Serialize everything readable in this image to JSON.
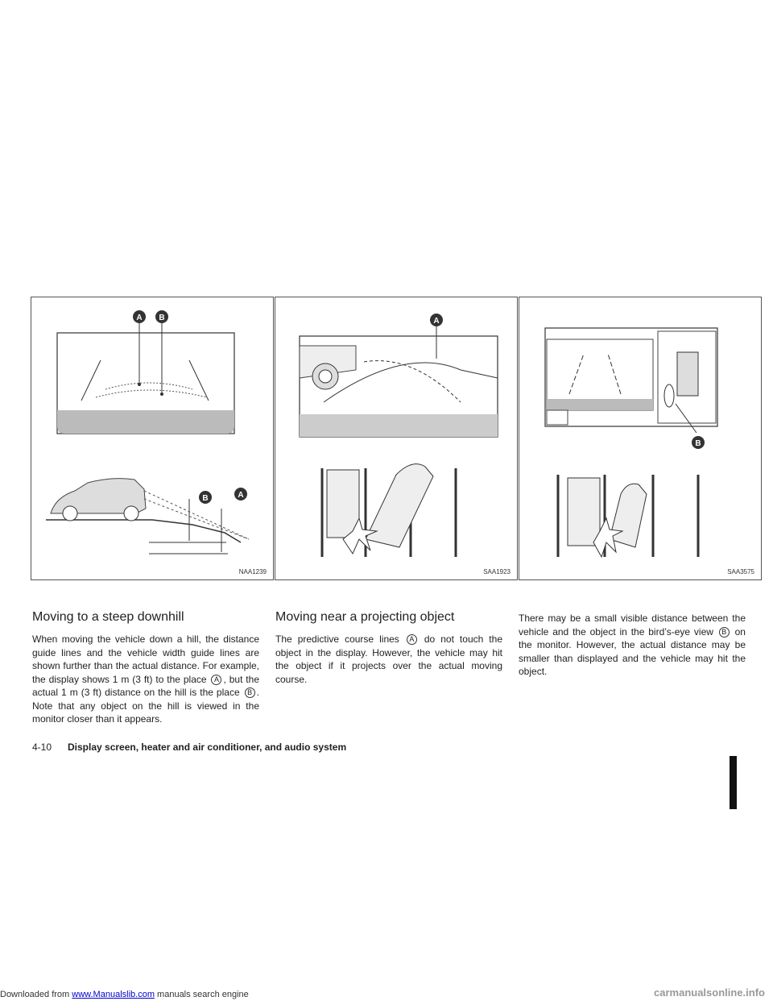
{
  "header": {
    "prefix": "Downloaded from",
    "link": "www.Manualslib.com",
    "suffix": "manuals search engine"
  },
  "watermark": "carmanualsonline.info",
  "figures": [
    {
      "code": "NAA1239",
      "labels": [
        "A",
        "B"
      ]
    },
    {
      "code": "SAA1923",
      "labels": [
        "A"
      ]
    },
    {
      "code": "SAA3575",
      "labels": [
        "B"
      ]
    }
  ],
  "section1": {
    "heading": "Moving to a steep downhill",
    "p1": "When moving the vehicle down a hill, the distance guide lines and the vehicle width guide lines are shown further than the actual distance. For example, the display shows 1 m (3 ft) to the place",
    "circle_a": "A",
    "p2": ", but the actual 1 m (3 ft) distance on the hill is the place",
    "circle_b": "B",
    "p3": ". Note that any object on the hill is viewed in the monitor closer than it appears."
  },
  "section2": {
    "heading": "Moving near a projecting object",
    "p1": "The predictive course lines",
    "circle_a": "A",
    "p2": "do not touch the object in the display. However, the vehicle may hit the object if it projects over the actual moving course."
  },
  "section3": {
    "p1": "There may be a small visible distance between the vehicle and the object in the bird’s-eye view",
    "circle_b": "B",
    "p2": "on the monitor. However, the actual distance may be smaller than displayed and the vehicle may hit the object."
  },
  "footer": {
    "page": "4-10",
    "title": "Display screen, heater and air conditioner, and audio system"
  }
}
